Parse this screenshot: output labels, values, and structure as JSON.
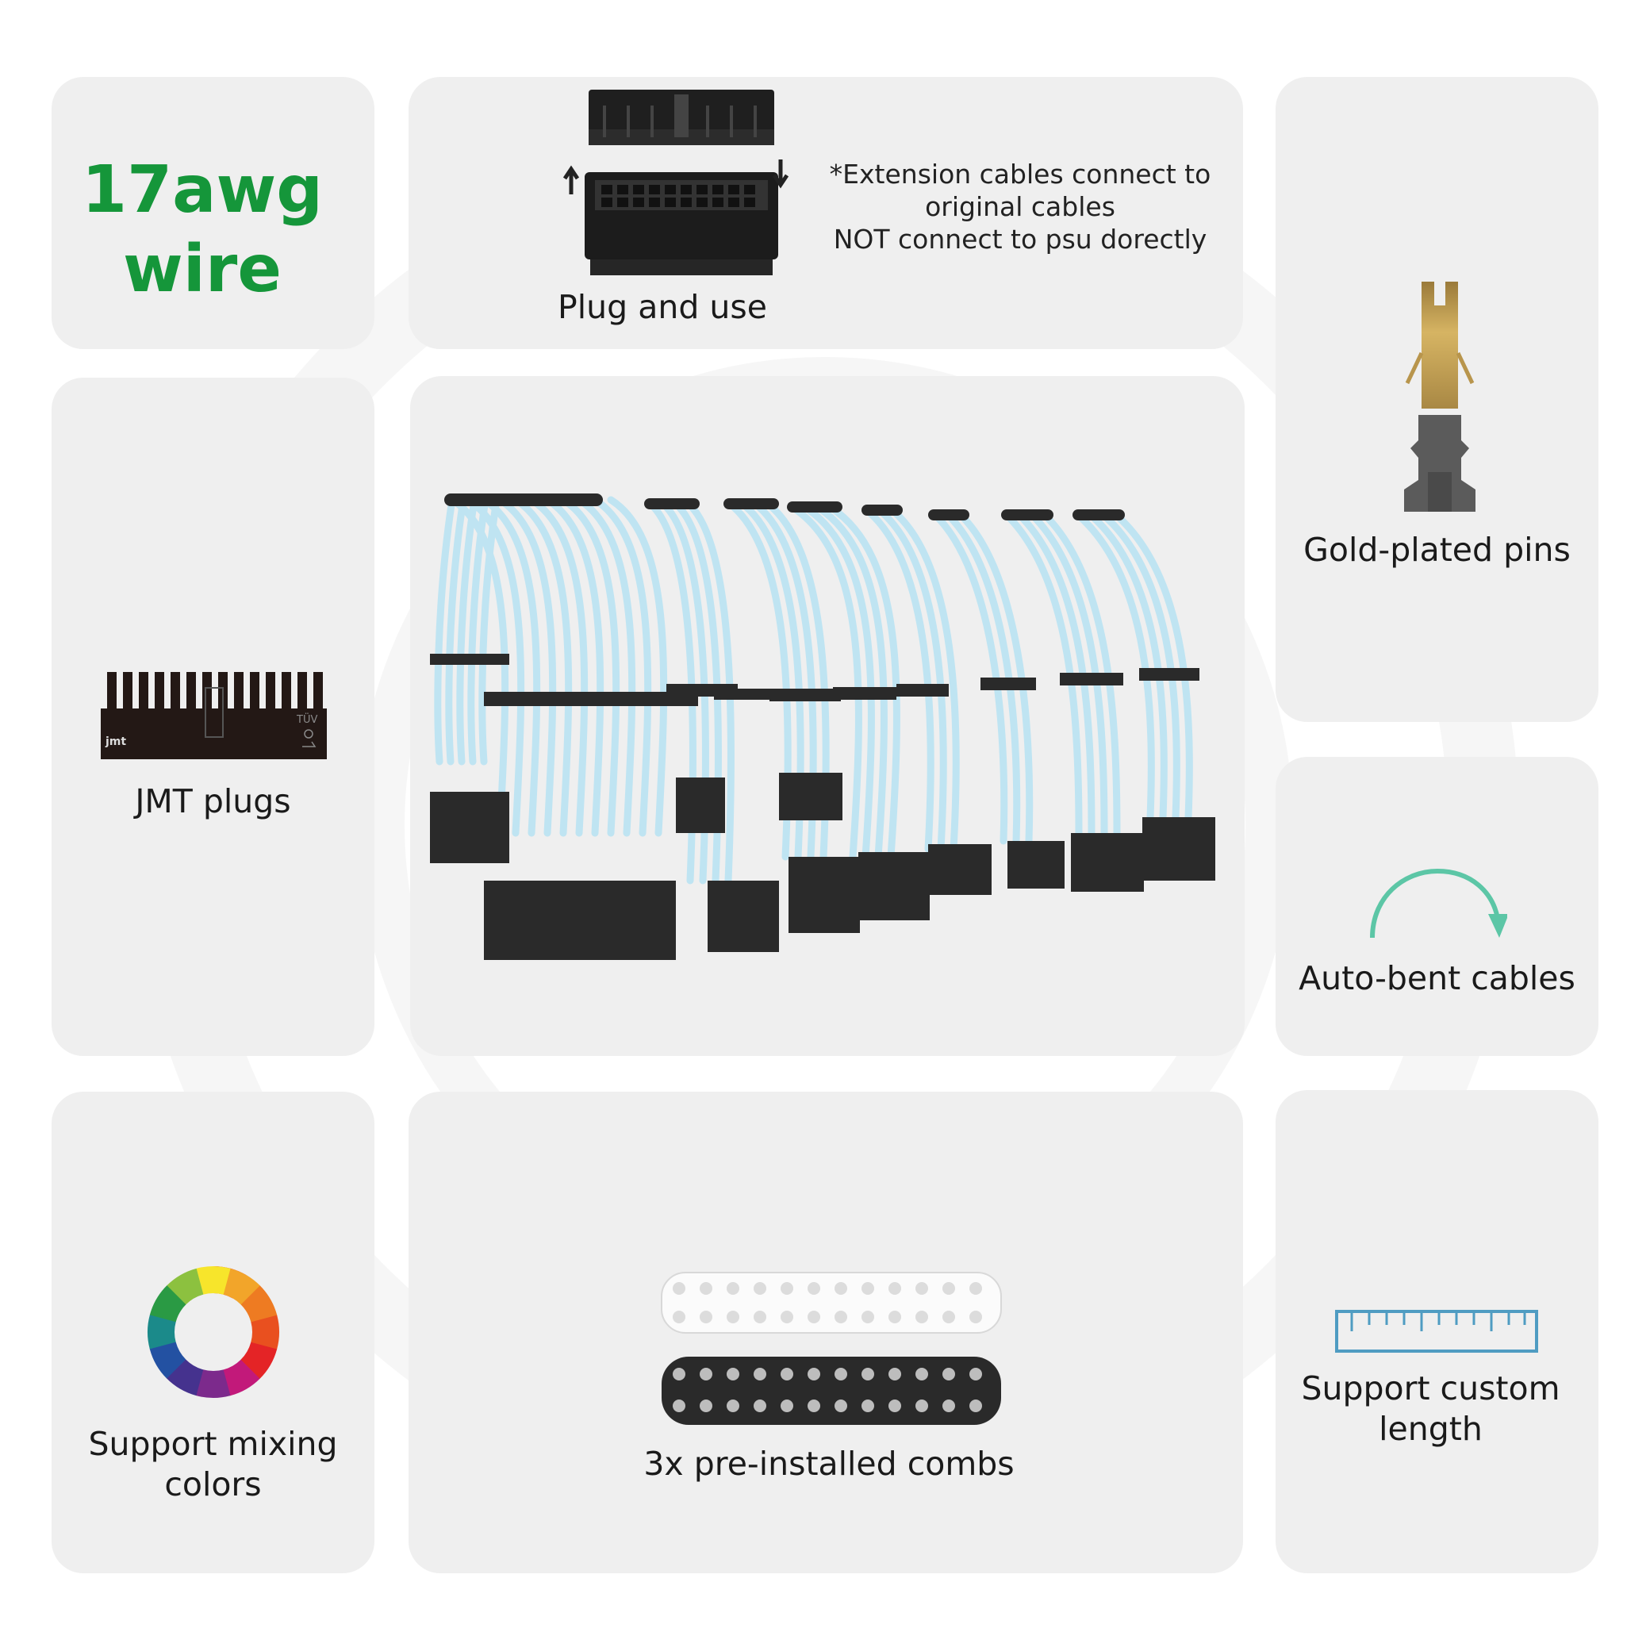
{
  "colors": {
    "card_bg": "#efefef",
    "accent_green": "#15963a",
    "sleeve_blue": "#bfe4f2",
    "comb_black": "#2a2a2a",
    "arrow_teal": "#5cc6a6",
    "ruler_blue": "#4f9cc2",
    "gold": "#c7a24f"
  },
  "features": {
    "wire_gauge": {
      "line1": "17awg",
      "line2": "wire"
    },
    "plug_and_use": {
      "label": "Plug and use",
      "note_line1": "*Extension cables connect to",
      "note_line2": "original cables",
      "note_line3": "NOT connect to psu dorectly",
      "icon": "connector-icon"
    },
    "gold_pins": {
      "label": "Gold-plated pins",
      "icon": "gold-pin-icon"
    },
    "jmt_plugs": {
      "label": "JMT plugs",
      "logo_text": "jmt",
      "mark_text": "TÜV",
      "icon": "jmt-connector-icon"
    },
    "cable_kit": {
      "icon": "cable-kit-image"
    },
    "auto_bent": {
      "label": "Auto-bent cables",
      "icon": "curved-arrow-icon"
    },
    "mixing_colors": {
      "line1": "Support mixing",
      "line2": "colors",
      "icon": "color-wheel-icon"
    },
    "combs": {
      "label": "3x pre-installed combs",
      "icon": "cable-comb-icon"
    },
    "custom_length": {
      "line1": "Support custom",
      "line2": "length",
      "icon": "ruler-icon"
    }
  },
  "watermark": {
    "icon": "brand-watermark"
  }
}
